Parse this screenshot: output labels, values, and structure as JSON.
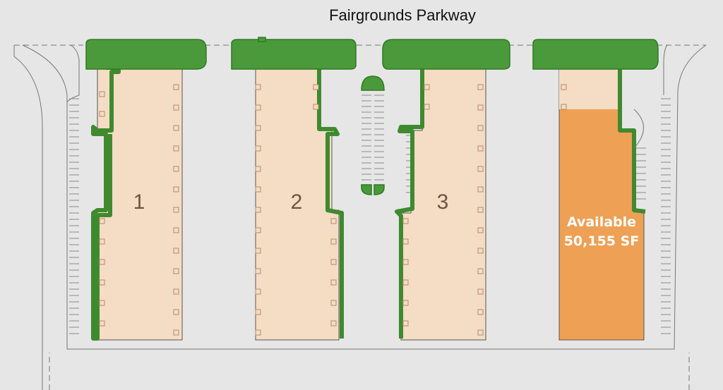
{
  "road": {
    "name": "Fairgrounds Parkway"
  },
  "buildings": [
    {
      "number": "1",
      "status": "leased"
    },
    {
      "number": "2",
      "status": "leased"
    },
    {
      "number": "3",
      "status": "leased"
    }
  ],
  "available": {
    "label": "Available",
    "area": "50,155 SF"
  },
  "colors": {
    "background": "#e6e6e6",
    "building_fill": "#f5dcc4",
    "available_fill": "#eea055",
    "landscape": "#4a9a3b",
    "landscape_dark": "#2f7a22",
    "text_number": "#6b5443"
  }
}
